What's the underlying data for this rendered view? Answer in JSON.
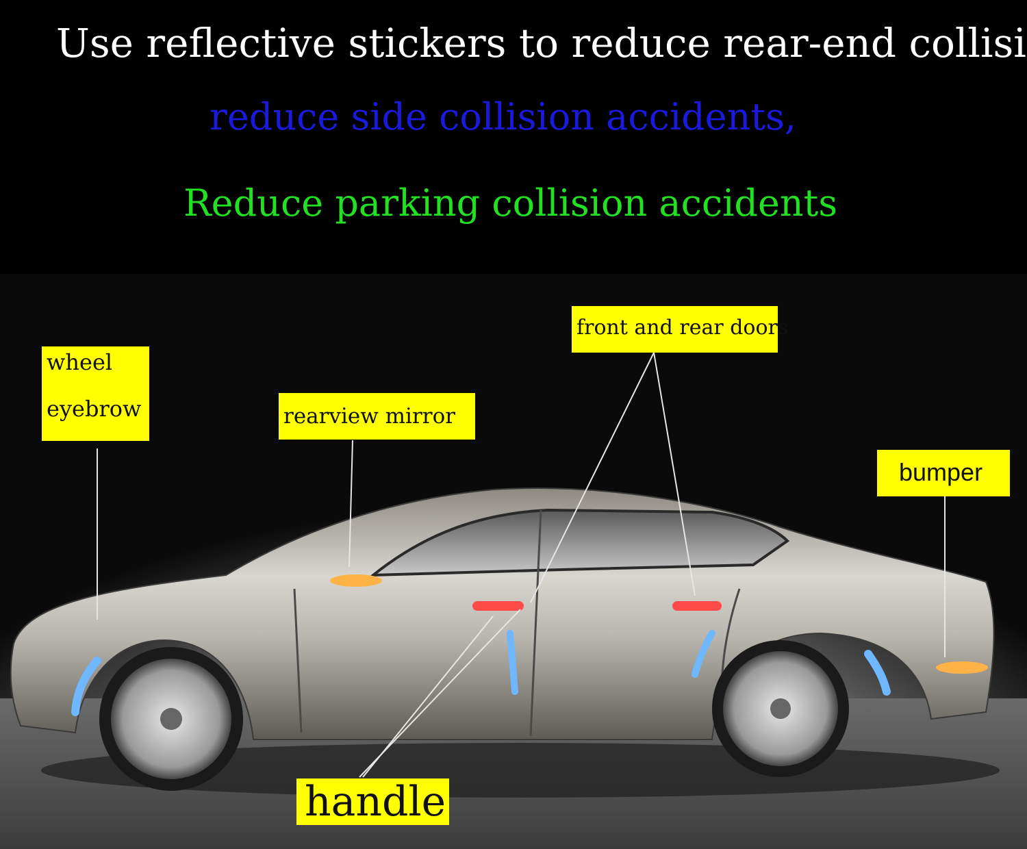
{
  "headlines": {
    "line1": "Use reflective stickers to reduce rear-end collisions,",
    "line2": "reduce side collision accidents,",
    "line3": "Reduce parking collision accidents"
  },
  "labels": {
    "wheel_eyebrow": [
      "wheel",
      "eyebrow"
    ],
    "rearview_mirror": "rearview mirror",
    "front_rear_doors": "front and rear doors",
    "bumper": "bumper",
    "handle": "handle"
  },
  "colors": {
    "headline1": "#ffffff",
    "headline2": "#1a1adc",
    "headline3": "#22e022",
    "label_bg": "#ffff00",
    "sticker_red": "#ff4a4a",
    "sticker_blue": "#6fb7ff",
    "sticker_amber": "#ffb347"
  }
}
